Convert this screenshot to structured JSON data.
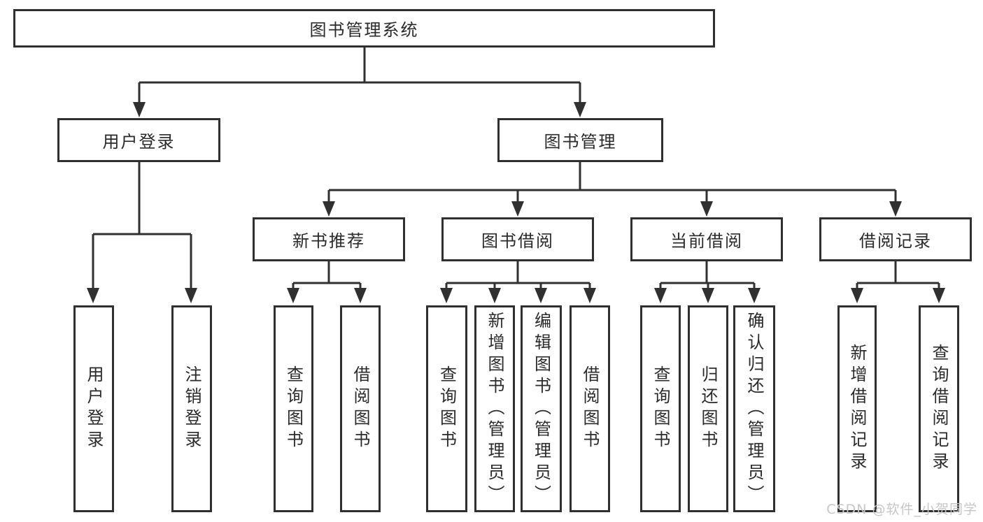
{
  "colors": {
    "line": "#303030",
    "text": "#2a2a2a",
    "background": "#ffffff",
    "watermark": "#c6c6c6"
  },
  "root": {
    "label": "图书管理系统"
  },
  "branches": [
    {
      "label": "用户登录",
      "children": [
        {
          "label": "用户登录"
        },
        {
          "label": "注销登录"
        }
      ]
    },
    {
      "label": "图书管理",
      "children": [
        {
          "label": "新书推荐",
          "children": [
            {
              "label": "查询图书"
            },
            {
              "label": "借阅图书"
            }
          ]
        },
        {
          "label": "图书借阅",
          "children": [
            {
              "label": "查询图书"
            },
            {
              "label": "新增图书（管理员）"
            },
            {
              "label": "编辑图书（管理员）"
            },
            {
              "label": "借阅图书"
            }
          ]
        },
        {
          "label": "当前借阅",
          "children": [
            {
              "label": "查询图书"
            },
            {
              "label": "归还图书"
            },
            {
              "label": "确认归还（管理员）"
            }
          ]
        },
        {
          "label": "借阅记录",
          "children": [
            {
              "label": "新增借阅记录"
            },
            {
              "label": "查询借阅记录"
            }
          ]
        }
      ]
    }
  ],
  "watermark": {
    "text": "CSDN @软件_小贺同学"
  }
}
